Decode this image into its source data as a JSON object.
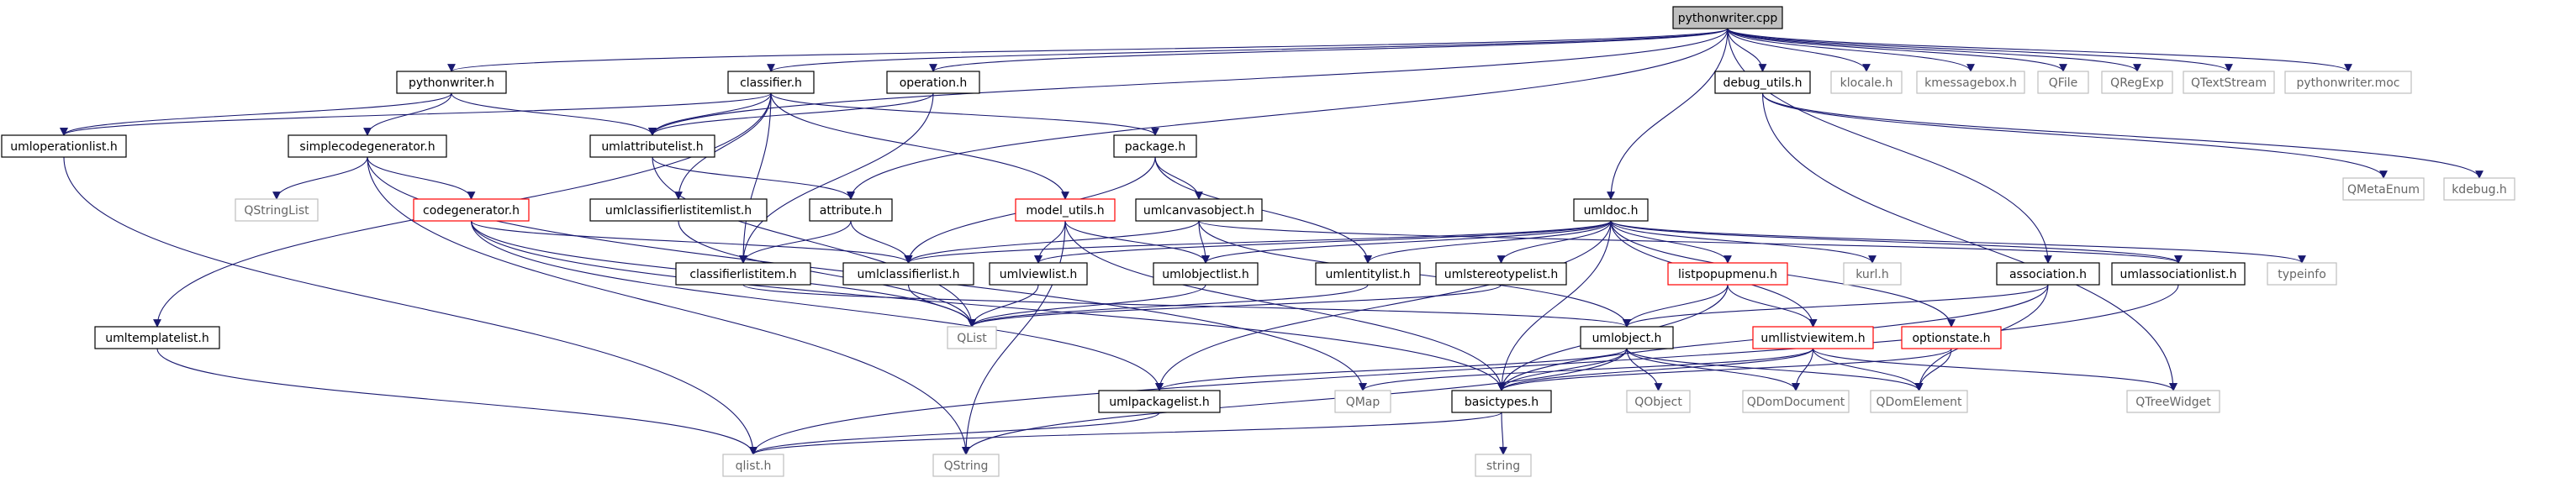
{
  "colors": {
    "root_fill": "#bfbfbf",
    "node_fill": "#ffffff",
    "node_border": "#000000",
    "red_border": "#ff0000",
    "external_border": "#bfbfbf",
    "external_text": "#666666",
    "edge": "#191970"
  },
  "nodes": [
    {
      "id": "pythonwriter_cpp",
      "label": "pythonwriter.cpp",
      "kind": "root"
    },
    {
      "id": "pythonwriter_h",
      "label": "pythonwriter.h",
      "kind": "normal"
    },
    {
      "id": "classifier_h",
      "label": "classifier.h",
      "kind": "normal"
    },
    {
      "id": "operation_h",
      "label": "operation.h",
      "kind": "normal"
    },
    {
      "id": "debug_utils_h",
      "label": "debug_utils.h",
      "kind": "normal"
    },
    {
      "id": "klocale_h",
      "label": "klocale.h",
      "kind": "external"
    },
    {
      "id": "kmessagebox_h",
      "label": "kmessagebox.h",
      "kind": "external"
    },
    {
      "id": "QFile",
      "label": "QFile",
      "kind": "external"
    },
    {
      "id": "QRegExp",
      "label": "QRegExp",
      "kind": "external"
    },
    {
      "id": "QTextStream",
      "label": "QTextStream",
      "kind": "external"
    },
    {
      "id": "pythonwriter_moc",
      "label": "pythonwriter.moc",
      "kind": "external"
    },
    {
      "id": "umloperationlist_h",
      "label": "umloperationlist.h",
      "kind": "normal"
    },
    {
      "id": "simplecodegenerator_h",
      "label": "simplecodegenerator.h",
      "kind": "normal"
    },
    {
      "id": "umlattributelist_h",
      "label": "umlattributelist.h",
      "kind": "normal"
    },
    {
      "id": "package_h",
      "label": "package.h",
      "kind": "normal"
    },
    {
      "id": "QMetaEnum",
      "label": "QMetaEnum",
      "kind": "external"
    },
    {
      "id": "kdebug_h",
      "label": "kdebug.h",
      "kind": "external"
    },
    {
      "id": "QStringList",
      "label": "QStringList",
      "kind": "external"
    },
    {
      "id": "codegenerator_h",
      "label": "codegenerator.h",
      "kind": "red"
    },
    {
      "id": "umlclassifierlistitemlist_h",
      "label": "umlclassifierlistitemlist.h",
      "kind": "normal"
    },
    {
      "id": "attribute_h",
      "label": "attribute.h",
      "kind": "normal"
    },
    {
      "id": "model_utils_h",
      "label": "model_utils.h",
      "kind": "red"
    },
    {
      "id": "umlcanvasobject_h",
      "label": "umlcanvasobject.h",
      "kind": "normal"
    },
    {
      "id": "umldoc_h",
      "label": "umldoc.h",
      "kind": "normal"
    },
    {
      "id": "classifierlistitem_h",
      "label": "classifierlistitem.h",
      "kind": "normal"
    },
    {
      "id": "umlclassifierlist_h",
      "label": "umlclassifierlist.h",
      "kind": "normal"
    },
    {
      "id": "umlviewlist_h",
      "label": "umlviewlist.h",
      "kind": "normal"
    },
    {
      "id": "umlobjectlist_h",
      "label": "umlobjectlist.h",
      "kind": "normal"
    },
    {
      "id": "umlentitylist_h",
      "label": "umlentitylist.h",
      "kind": "normal"
    },
    {
      "id": "umlstereotypelist_h",
      "label": "umlstereotypelist.h",
      "kind": "normal"
    },
    {
      "id": "listpopupmenu_h",
      "label": "listpopupmenu.h",
      "kind": "red"
    },
    {
      "id": "kurl_h",
      "label": "kurl.h",
      "kind": "external"
    },
    {
      "id": "association_h",
      "label": "association.h",
      "kind": "normal"
    },
    {
      "id": "umlassociationlist_h",
      "label": "umlassociationlist.h",
      "kind": "normal"
    },
    {
      "id": "typeinfo",
      "label": "typeinfo",
      "kind": "external"
    },
    {
      "id": "QList",
      "label": "QList",
      "kind": "external"
    },
    {
      "id": "umlobject_h",
      "label": "umlobject.h",
      "kind": "normal"
    },
    {
      "id": "umllistviewitem_h",
      "label": "umllistviewitem.h",
      "kind": "red"
    },
    {
      "id": "optionstate_h",
      "label": "optionstate.h",
      "kind": "red"
    },
    {
      "id": "umltemplatelist_h",
      "label": "umltemplatelist.h",
      "kind": "normal"
    },
    {
      "id": "umlpackagelist_h",
      "label": "umlpackagelist.h",
      "kind": "normal"
    },
    {
      "id": "QMap",
      "label": "QMap",
      "kind": "external"
    },
    {
      "id": "basictypes_h",
      "label": "basictypes.h",
      "kind": "normal"
    },
    {
      "id": "QObject",
      "label": "QObject",
      "kind": "external"
    },
    {
      "id": "QDomDocument",
      "label": "QDomDocument",
      "kind": "external"
    },
    {
      "id": "QDomElement",
      "label": "QDomElement",
      "kind": "external"
    },
    {
      "id": "QTreeWidget",
      "label": "QTreeWidget",
      "kind": "external"
    },
    {
      "id": "qlist_h",
      "label": "qlist.h",
      "kind": "external"
    },
    {
      "id": "QString",
      "label": "QString",
      "kind": "external"
    },
    {
      "id": "string",
      "label": "string",
      "kind": "external"
    }
  ],
  "edges": [
    [
      "pythonwriter_cpp",
      "pythonwriter_h"
    ],
    [
      "pythonwriter_cpp",
      "classifier_h"
    ],
    [
      "pythonwriter_cpp",
      "operation_h"
    ],
    [
      "pythonwriter_cpp",
      "debug_utils_h"
    ],
    [
      "pythonwriter_cpp",
      "klocale_h"
    ],
    [
      "pythonwriter_cpp",
      "kmessagebox_h"
    ],
    [
      "pythonwriter_cpp",
      "QFile"
    ],
    [
      "pythonwriter_cpp",
      "QRegExp"
    ],
    [
      "pythonwriter_cpp",
      "QTextStream"
    ],
    [
      "pythonwriter_cpp",
      "pythonwriter_moc"
    ],
    [
      "pythonwriter_cpp",
      "umlattributelist_h"
    ],
    [
      "pythonwriter_cpp",
      "attribute_h"
    ],
    [
      "pythonwriter_cpp",
      "umldoc_h"
    ],
    [
      "pythonwriter_cpp",
      "association_h"
    ],
    [
      "pythonwriter_h",
      "umloperationlist_h"
    ],
    [
      "pythonwriter_h",
      "simplecodegenerator_h"
    ],
    [
      "pythonwriter_h",
      "umlattributelist_h"
    ],
    [
      "classifier_h",
      "umloperationlist_h"
    ],
    [
      "classifier_h",
      "umlattributelist_h"
    ],
    [
      "classifier_h",
      "package_h"
    ],
    [
      "classifier_h",
      "umlclassifierlistitemlist_h"
    ],
    [
      "classifier_h",
      "classifierlistitem_h"
    ],
    [
      "classifier_h",
      "umltemplatelist_h"
    ],
    [
      "classifier_h",
      "model_utils_h"
    ],
    [
      "operation_h",
      "umlattributelist_h"
    ],
    [
      "operation_h",
      "classifierlistitem_h"
    ],
    [
      "debug_utils_h",
      "QMetaEnum"
    ],
    [
      "debug_utils_h",
      "kdebug_h"
    ],
    [
      "debug_utils_h",
      "QTreeWidget"
    ],
    [
      "umloperationlist_h",
      "qlist_h"
    ],
    [
      "simplecodegenerator_h",
      "QStringList"
    ],
    [
      "simplecodegenerator_h",
      "codegenerator_h"
    ],
    [
      "simplecodegenerator_h",
      "QString"
    ],
    [
      "simplecodegenerator_h",
      "QMap"
    ],
    [
      "umlattributelist_h",
      "attribute_h"
    ],
    [
      "umlattributelist_h",
      "QList"
    ],
    [
      "package_h",
      "umlcanvasobject_h"
    ],
    [
      "package_h",
      "umlclassifierlist_h"
    ],
    [
      "package_h",
      "umlentitylist_h"
    ],
    [
      "codegenerator_h",
      "umlclassifierlist_h"
    ],
    [
      "codegenerator_h",
      "umlpackagelist_h"
    ],
    [
      "codegenerator_h",
      "QList"
    ],
    [
      "codegenerator_h",
      "basictypes_h"
    ],
    [
      "umlclassifierlistitemlist_h",
      "QList"
    ],
    [
      "attribute_h",
      "classifierlistitem_h"
    ],
    [
      "attribute_h",
      "umlclassifierlist_h"
    ],
    [
      "model_utils_h",
      "umlviewlist_h"
    ],
    [
      "model_utils_h",
      "umlobjectlist_h"
    ],
    [
      "model_utils_h",
      "basictypes_h"
    ],
    [
      "model_utils_h",
      "QString"
    ],
    [
      "umlcanvasobject_h",
      "umlobjectlist_h"
    ],
    [
      "umlcanvasobject_h",
      "umlclassifierlist_h"
    ],
    [
      "umlcanvasobject_h",
      "umlassociationlist_h"
    ],
    [
      "umlcanvasobject_h",
      "umlobject_h"
    ],
    [
      "umldoc_h",
      "umlclassifierlist_h"
    ],
    [
      "umldoc_h",
      "umlviewlist_h"
    ],
    [
      "umldoc_h",
      "umlobjectlist_h"
    ],
    [
      "umldoc_h",
      "umlentitylist_h"
    ],
    [
      "umldoc_h",
      "umlstereotypelist_h"
    ],
    [
      "umldoc_h",
      "listpopupmenu_h"
    ],
    [
      "umldoc_h",
      "kurl_h"
    ],
    [
      "umldoc_h",
      "umlassociationlist_h"
    ],
    [
      "umldoc_h",
      "typeinfo"
    ],
    [
      "umldoc_h",
      "umlpackagelist_h"
    ],
    [
      "umldoc_h",
      "umllistviewitem_h"
    ],
    [
      "umldoc_h",
      "optionstate_h"
    ],
    [
      "umldoc_h",
      "basictypes_h"
    ],
    [
      "classifierlistitem_h",
      "umlobject_h"
    ],
    [
      "umlclassifierlist_h",
      "QList"
    ],
    [
      "umlviewlist_h",
      "QList"
    ],
    [
      "umlobjectlist_h",
      "QList"
    ],
    [
      "umlentitylist_h",
      "QList"
    ],
    [
      "umlstereotypelist_h",
      "QList"
    ],
    [
      "listpopupmenu_h",
      "umlobject_h"
    ],
    [
      "listpopupmenu_h",
      "umllistviewitem_h"
    ],
    [
      "listpopupmenu_h",
      "basictypes_h"
    ],
    [
      "association_h",
      "umlobject_h"
    ],
    [
      "association_h",
      "basictypes_h"
    ],
    [
      "association_h",
      "QDomElement"
    ],
    [
      "umlassociationlist_h",
      "qlist_h"
    ],
    [
      "umlobject_h",
      "basictypes_h"
    ],
    [
      "umlobject_h",
      "umlpackagelist_h"
    ],
    [
      "umlobject_h",
      "QObject"
    ],
    [
      "umlobject_h",
      "QDomDocument"
    ],
    [
      "umlobject_h",
      "QDomElement"
    ],
    [
      "umlobject_h",
      "QString"
    ],
    [
      "umllistviewitem_h",
      "QTreeWidget"
    ],
    [
      "umllistviewitem_h",
      "QMap"
    ],
    [
      "umllistviewitem_h",
      "QDomDocument"
    ],
    [
      "umllistviewitem_h",
      "QDomElement"
    ],
    [
      "umllistviewitem_h",
      "basictypes_h"
    ],
    [
      "optionstate_h",
      "basictypes_h"
    ],
    [
      "optionstate_h",
      "QDomElement"
    ],
    [
      "umltemplatelist_h",
      "qlist_h"
    ],
    [
      "umlpackagelist_h",
      "qlist_h"
    ],
    [
      "basictypes_h",
      "string"
    ],
    [
      "basictypes_h",
      "qlist_h"
    ]
  ]
}
